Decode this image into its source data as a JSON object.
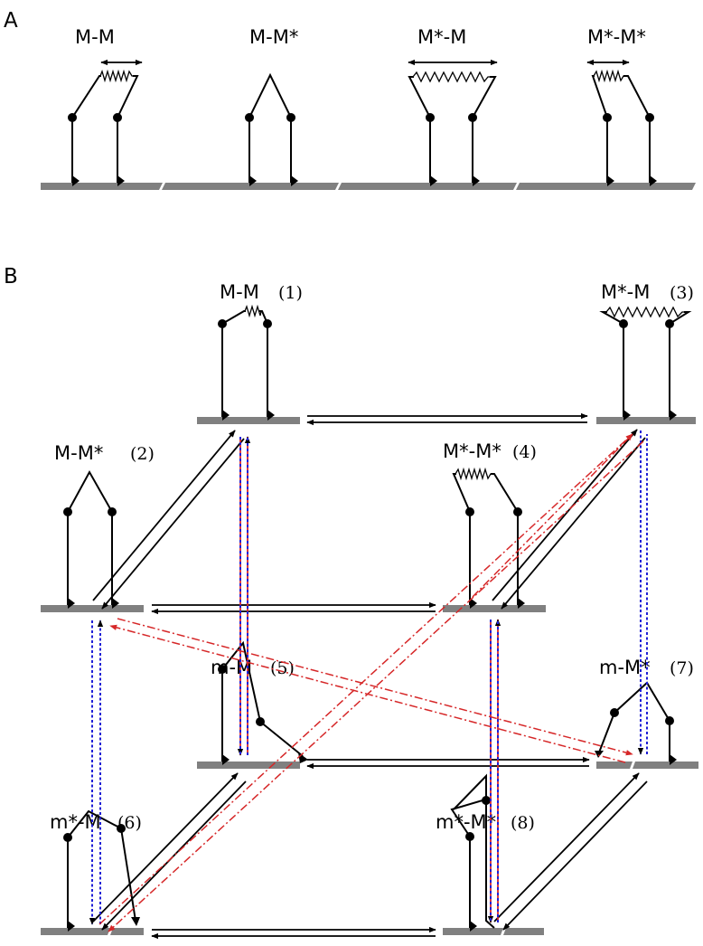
{
  "panels": {
    "a": "A",
    "b": "B"
  },
  "panel_a": {
    "labels": [
      "M-M",
      "M-M*",
      "M*-M",
      "M*-M*"
    ]
  },
  "panel_b": {
    "states": [
      {
        "label": "M-M",
        "num": "(1)"
      },
      {
        "label": "M-M*",
        "num": "(2)"
      },
      {
        "label": "M*-M",
        "num": "(3)"
      },
      {
        "label": "M*-M*",
        "num": "(4)"
      },
      {
        "label": "m-M",
        "num": "(5)"
      },
      {
        "label": "m*-M",
        "num": "(6)"
      },
      {
        "label": "m-M*",
        "num": "(7)"
      },
      {
        "label": "m*-M*",
        "num": "(8)"
      }
    ]
  },
  "colors": {
    "ground": "#808080",
    "red_dashdot": "#d62728",
    "blue_dotted": "#1f1fd6"
  }
}
